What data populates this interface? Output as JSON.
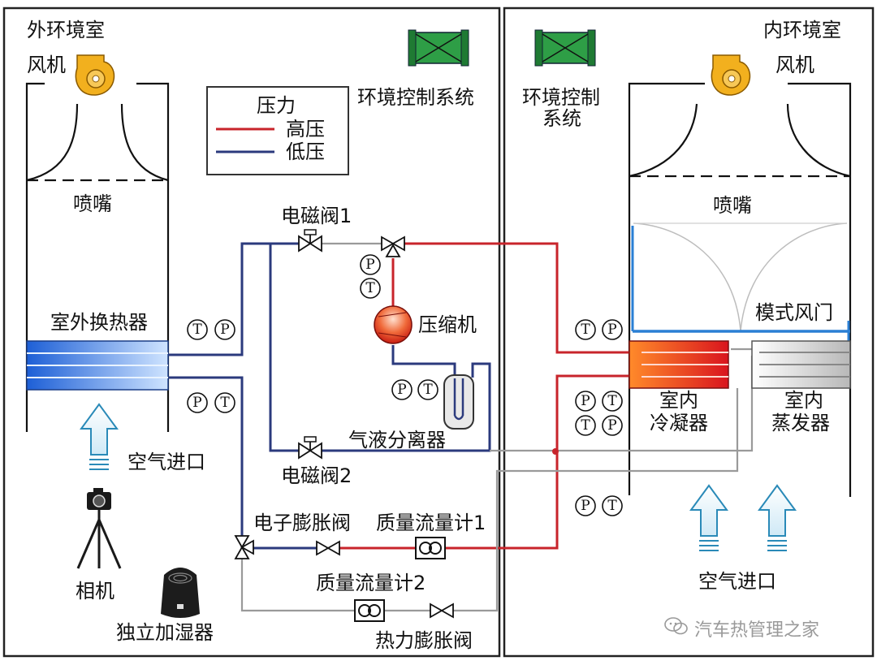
{
  "outer_room": {
    "title": "外环境室",
    "fan": "风机",
    "control": "环境控制系统",
    "nozzle": "喷嘴",
    "heat_exchanger": "室外换热器",
    "air_inlet": "空气进口",
    "camera": "相机",
    "humidifier": "独立加湿器"
  },
  "inner_room": {
    "title": "内环境室",
    "fan": "风机",
    "control_line1": "环境控制",
    "control_line2": "系统",
    "nozzle": "喷嘴",
    "mode_door": "模式风门",
    "condenser_line1": "室内",
    "condenser_line2": "冷凝器",
    "evaporator_line1": "室内",
    "evaporator_line2": "蒸发器",
    "air_inlet": "空气进口"
  },
  "legend": {
    "title": "压力",
    "high": "高压",
    "low": "低压",
    "high_color": "#c8242b",
    "low_color": "#2b3a7d"
  },
  "components": {
    "valve1": "电磁阀1",
    "valve2": "电磁阀2",
    "compressor": "压缩机",
    "separator": "气液分离器",
    "exv": "电子膨胀阀",
    "flowmeter1": "质量流量计1",
    "flowmeter2": "质量流量计2",
    "txv": "热力膨胀阀"
  },
  "sensors": {
    "T": "T",
    "P": "P"
  },
  "watermark": "汽车热管理之家"
}
